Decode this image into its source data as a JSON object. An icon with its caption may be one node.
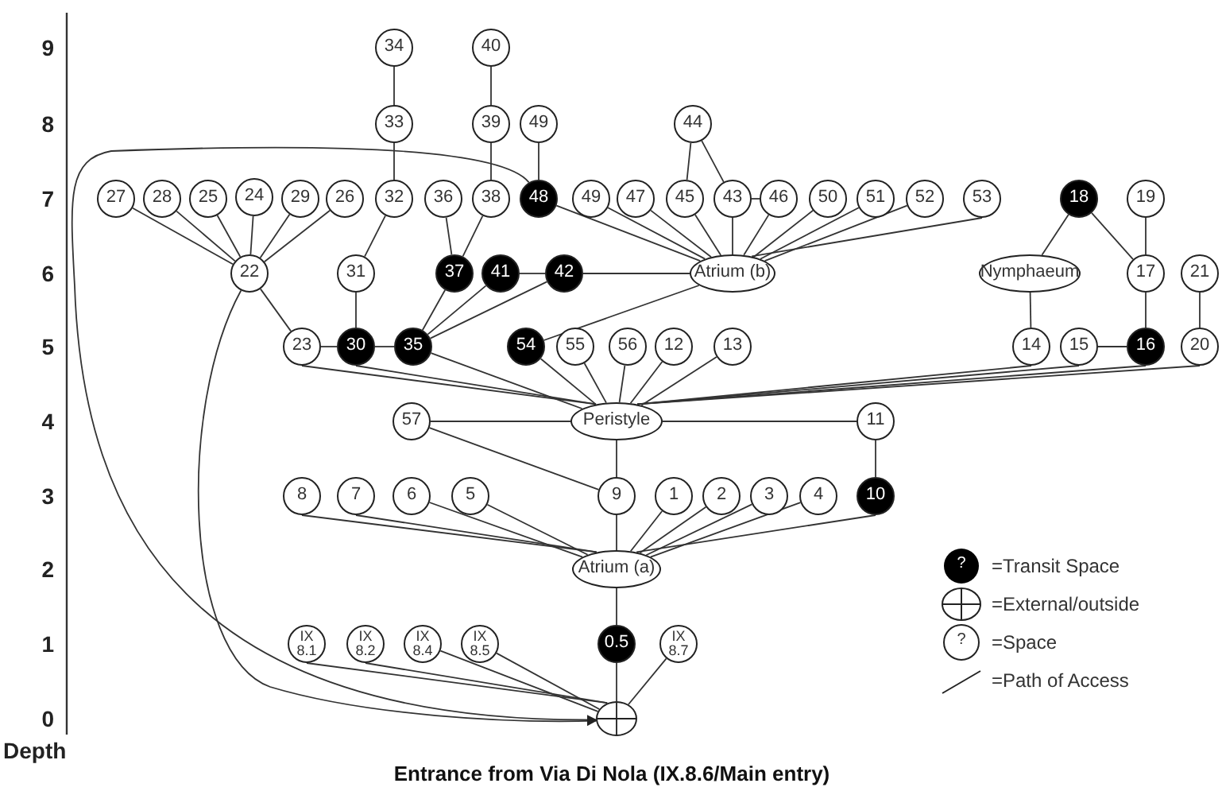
{
  "diagram": {
    "caption": "Entrance from Via Di Nola (IX.8.6/Main entry)",
    "nodes": [
      {
        "text": [
          "34"
        ]
      },
      {
        "text": [
          "40"
        ]
      },
      {
        "text": [
          "33"
        ]
      },
      {
        "text": [
          "39"
        ]
      },
      {
        "text": [
          "49"
        ]
      },
      {
        "text": [
          "44"
        ]
      },
      {
        "text": [
          "27"
        ]
      },
      {
        "text": [
          "28"
        ]
      },
      {
        "text": [
          "25"
        ]
      },
      {
        "text": [
          "24"
        ]
      },
      {
        "text": [
          "29"
        ]
      },
      {
        "text": [
          "26"
        ]
      },
      {
        "text": [
          "32"
        ]
      },
      {
        "text": [
          "36"
        ]
      },
      {
        "text": [
          "38"
        ]
      },
      {
        "text": [
          "48"
        ]
      },
      {
        "text": [
          "49"
        ]
      },
      {
        "text": [
          "47"
        ]
      },
      {
        "text": [
          "45"
        ]
      },
      {
        "text": [
          "43"
        ]
      },
      {
        "text": [
          "46"
        ]
      },
      {
        "text": [
          "50"
        ]
      },
      {
        "text": [
          "51"
        ]
      },
      {
        "text": [
          "52"
        ]
      },
      {
        "text": [
          "53"
        ]
      },
      {
        "text": [
          "18"
        ]
      },
      {
        "text": [
          "19"
        ]
      },
      {
        "text": [
          "22"
        ]
      },
      {
        "text": [
          "31"
        ]
      },
      {
        "text": [
          "37"
        ]
      },
      {
        "text": [
          "41"
        ]
      },
      {
        "text": [
          "42"
        ]
      },
      {
        "text": [
          "Atrium (b)"
        ]
      },
      {
        "text": [
          "Nymphaeum"
        ]
      },
      {
        "text": [
          "17"
        ]
      },
      {
        "text": [
          "21"
        ]
      },
      {
        "text": [
          "23"
        ]
      },
      {
        "text": [
          "30"
        ]
      },
      {
        "text": [
          "35"
        ]
      },
      {
        "text": [
          "54"
        ]
      },
      {
        "text": [
          "55"
        ]
      },
      {
        "text": [
          "56"
        ]
      },
      {
        "text": [
          "12"
        ]
      },
      {
        "text": [
          "13"
        ]
      },
      {
        "text": [
          "14"
        ]
      },
      {
        "text": [
          "15"
        ]
      },
      {
        "text": [
          "16"
        ]
      },
      {
        "text": [
          "20"
        ]
      },
      {
        "text": [
          "57"
        ]
      },
      {
        "text": [
          "Peristyle"
        ]
      },
      {
        "text": [
          "11"
        ]
      },
      {
        "text": [
          "8"
        ]
      },
      {
        "text": [
          "7"
        ]
      },
      {
        "text": [
          "6"
        ]
      },
      {
        "text": [
          "5"
        ]
      },
      {
        "text": [
          "9"
        ]
      },
      {
        "text": [
          "1"
        ]
      },
      {
        "text": [
          "2"
        ]
      },
      {
        "text": [
          "3"
        ]
      },
      {
        "text": [
          "4"
        ]
      },
      {
        "text": [
          "10"
        ]
      },
      {
        "text": [
          "Atrium (a)"
        ]
      },
      {
        "text": [
          "IX 8.1"
        ]
      },
      {
        "text": [
          "IX 8.2"
        ]
      },
      {
        "text": [
          "IX 8.4"
        ]
      },
      {
        "text": [
          "IX 8.5"
        ]
      },
      {
        "text": [
          "0.5"
        ]
      },
      {
        "text": [
          "IX 8.7"
        ]
      },
      {
        "text": [],
        "shape": "circle"
      }
    ],
    "edges": [
      {
        "from": 0,
        "to": 2,
        "arrow": "none"
      },
      {
        "from": 2,
        "to": 12,
        "arrow": "none"
      },
      {
        "from": 12,
        "to": 28,
        "arrow": "none"
      },
      {
        "from": 28,
        "to": 37,
        "arrow": "none"
      },
      {
        "from": 1,
        "to": 3,
        "arrow": "none"
      },
      {
        "from": 3,
        "to": 14,
        "arrow": "none"
      },
      {
        "from": 14,
        "to": 29,
        "arrow": "none"
      },
      {
        "from": 13,
        "to": 29,
        "arrow": "none"
      },
      {
        "from": 4,
        "to": 15,
        "arrow": "none"
      },
      {
        "from": 5,
        "to": 18,
        "arrow": "none"
      },
      {
        "from": 5,
        "to": 19,
        "arrow": "none"
      },
      {
        "from": 6,
        "to": 27,
        "arrow": "none"
      },
      {
        "from": 7,
        "to": 27,
        "arrow": "none"
      },
      {
        "from": 8,
        "to": 27,
        "arrow": "none"
      },
      {
        "from": 9,
        "to": 27,
        "arrow": "none"
      },
      {
        "from": 10,
        "to": 27,
        "arrow": "none"
      },
      {
        "from": 11,
        "to": 27,
        "arrow": "none"
      },
      {
        "from": 27,
        "to": 36,
        "arrow": "none"
      },
      {
        "from": 36,
        "to": 37,
        "arrow": "none"
      },
      {
        "from": 37,
        "to": 38,
        "arrow": "none"
      },
      {
        "from": 29,
        "to": 38,
        "arrow": "none"
      },
      {
        "from": 30,
        "to": 38,
        "arrow": "none"
      },
      {
        "from": 31,
        "to": 38,
        "arrow": "none"
      },
      {
        "from": 30,
        "to": 31,
        "arrow": "none"
      },
      {
        "from": 31,
        "to": 32,
        "arrow": "none"
      },
      {
        "from": 15,
        "to": 32,
        "arrow": "none"
      },
      {
        "from": 16,
        "to": 32,
        "arrow": "none"
      },
      {
        "from": 17,
        "to": 32,
        "arrow": "none"
      },
      {
        "from": 18,
        "to": 32,
        "arrow": "none"
      },
      {
        "from": 19,
        "to": 32,
        "arrow": "none"
      },
      {
        "from": 20,
        "to": 32,
        "arrow": "none"
      },
      {
        "from": 21,
        "to": 32,
        "arrow": "none"
      },
      {
        "from": 22,
        "to": 32,
        "arrow": "none"
      },
      {
        "from": 23,
        "to": 32,
        "arrow": "none"
      },
      {
        "from": 24,
        "to": 32,
        "arrow": "none"
      },
      {
        "from": 19,
        "to": 20,
        "arrow": "none"
      },
      {
        "from": 32,
        "to": 39,
        "arrow": "none"
      },
      {
        "from": 25,
        "to": 33,
        "arrow": "none"
      },
      {
        "from": 25,
        "to": 34,
        "arrow": "none"
      },
      {
        "from": 26,
        "to": 34,
        "arrow": "none"
      },
      {
        "from": 34,
        "to": 46,
        "arrow": "none"
      },
      {
        "from": 33,
        "to": 44,
        "arrow": "none"
      },
      {
        "from": 45,
        "to": 46,
        "arrow": "none"
      },
      {
        "from": 35,
        "to": 47,
        "arrow": "none"
      },
      {
        "from": 36,
        "to": 49,
        "arrow": "none"
      },
      {
        "from": 37,
        "to": 49,
        "arrow": "none"
      },
      {
        "from": 38,
        "to": 49,
        "arrow": "none"
      },
      {
        "from": 39,
        "to": 49,
        "arrow": "none"
      },
      {
        "from": 40,
        "to": 49,
        "arrow": "none"
      },
      {
        "from": 41,
        "to": 49,
        "arrow": "none"
      },
      {
        "from": 42,
        "to": 49,
        "arrow": "none"
      },
      {
        "from": 43,
        "to": 49,
        "arrow": "none"
      },
      {
        "from": 44,
        "to": 49,
        "arrow": "none"
      },
      {
        "from": 45,
        "to": 49,
        "arrow": "none"
      },
      {
        "from": 46,
        "to": 49,
        "arrow": "none"
      },
      {
        "from": 47,
        "to": 49,
        "arrow": "none"
      },
      {
        "from": 48,
        "to": 49,
        "arrow": "none"
      },
      {
        "from": 49,
        "to": 50,
        "arrow": "none"
      },
      {
        "from": 49,
        "to": 55,
        "arrow": "none"
      },
      {
        "from": 48,
        "to": 55,
        "arrow": "none"
      },
      {
        "from": 50,
        "to": 60,
        "arrow": "none"
      },
      {
        "from": 55,
        "to": 61,
        "arrow": "none"
      },
      {
        "from": 51,
        "to": 61,
        "arrow": "none"
      },
      {
        "from": 52,
        "to": 61,
        "arrow": "none"
      },
      {
        "from": 53,
        "to": 61,
        "arrow": "none"
      },
      {
        "from": 54,
        "to": 61,
        "arrow": "none"
      },
      {
        "from": 56,
        "to": 61,
        "arrow": "none"
      },
      {
        "from": 57,
        "to": 61,
        "arrow": "none"
      },
      {
        "from": 58,
        "to": 61,
        "arrow": "none"
      },
      {
        "from": 59,
        "to": 61,
        "arrow": "none"
      },
      {
        "from": 60,
        "to": 61,
        "arrow": "none"
      },
      {
        "from": 61,
        "to": 66,
        "arrow": "none"
      },
      {
        "from": 66,
        "to": 68,
        "arrow": "none"
      },
      {
        "from": 62,
        "to": 68,
        "arrow": "none"
      },
      {
        "from": 63,
        "to": 68,
        "arrow": "none"
      },
      {
        "from": 64,
        "to": 68,
        "arrow": "none"
      },
      {
        "from": 65,
        "to": 68,
        "arrow": "none"
      },
      {
        "from": 67,
        "to": 68,
        "arrow": "none"
      },
      {
        "from": 15,
        "to": 68,
        "arrow": "to"
      },
      {
        "from": 27,
        "to": 68,
        "arrow": "to"
      }
    ],
    "labels": [
      "9",
      "8",
      "7",
      "6",
      "5",
      "4",
      "3",
      "2",
      "?",
      "1",
      "?",
      "0",
      "Depth"
    ],
    "legend": [
      {
        "text": "=Transit Space"
      },
      {
        "text": "=External/outside"
      },
      {
        "text": "=Space"
      },
      {
        "text": "=Path of Access"
      }
    ]
  }
}
